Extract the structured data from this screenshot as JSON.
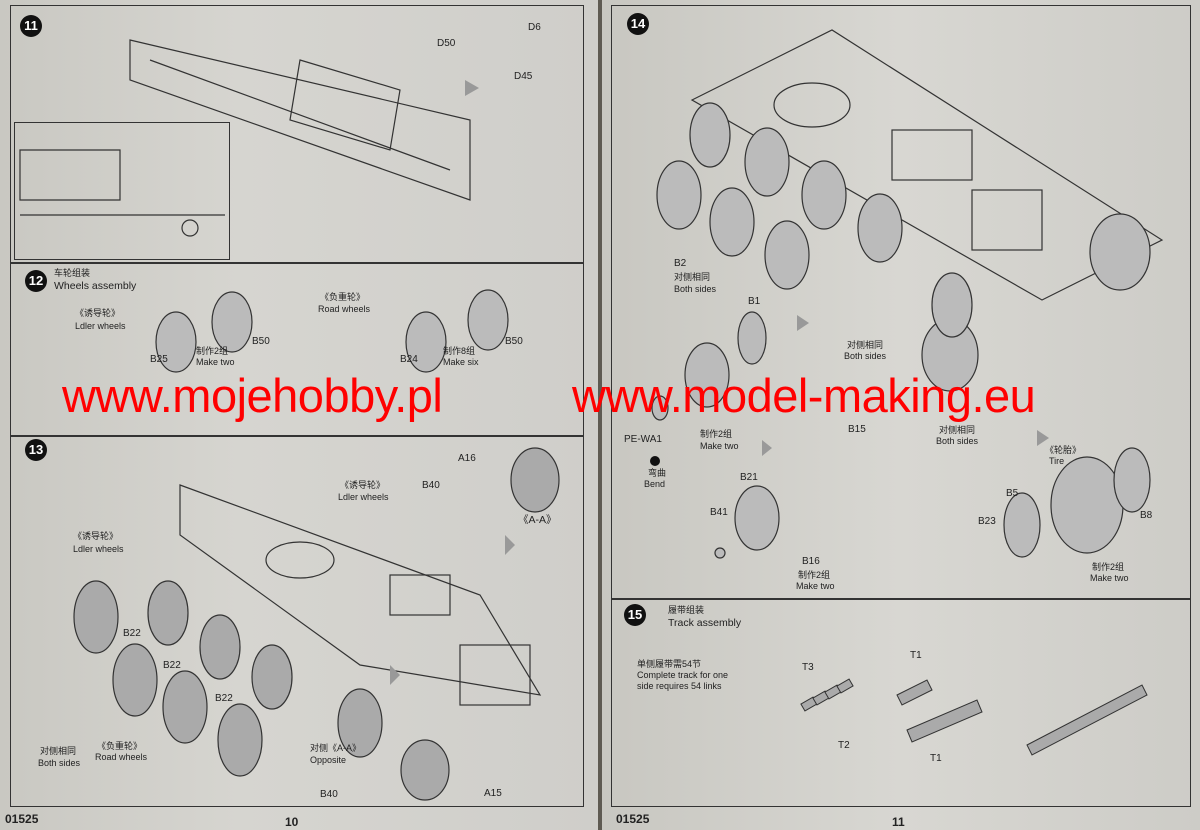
{
  "left_page": {
    "page_number": "10",
    "code": "01525",
    "step11": {
      "number": "11",
      "parts": [
        "D6",
        "D50",
        "D45"
      ]
    },
    "step12": {
      "number": "12",
      "title_cn": "车轮组装",
      "title_en": "Wheels assembly",
      "idler_cn": "《诱导轮》",
      "idler_en": "Ldler wheels",
      "road_cn": "《负重轮》",
      "road_en": "Road wheels",
      "parts": [
        "B50",
        "B25",
        "B50",
        "B24"
      ],
      "make_cn": "制作2组",
      "make_en": "Make two",
      "make2_cn": "制作8组",
      "make2_en": "Make six"
    },
    "step13": {
      "number": "13",
      "idler_cn": "《诱导轮》",
      "idler_en": "Ldler wheels",
      "idler2_cn": "《诱导轮》",
      "idler2_en": "Ldler wheels",
      "parts": [
        "A16",
        "B40",
        "B22",
        "B22",
        "B22",
        "B40",
        "A15"
      ],
      "view": "《A-A》",
      "both_cn": "对侧相同",
      "both_en": "Both sides",
      "road_cn": "《负重轮》",
      "road_en": "Road wheels",
      "opp_cn": "对侧《A-A》",
      "opp_en": "Opposite"
    }
  },
  "right_page": {
    "page_number": "11",
    "code": "01525",
    "step14": {
      "number": "14",
      "parts": [
        "B2",
        "B1",
        "PE-WA1",
        "B21",
        "B41",
        "B15",
        "B16",
        "B5",
        "B23",
        "B8"
      ],
      "both_cn": "对侧相同",
      "both_en": "Both sides",
      "both2_cn": "对侧相同",
      "both2_en": "Both sides",
      "both3_cn": "对侧相同",
      "both3_en": "Both sides",
      "make_cn": "制作2组",
      "make_en": "Make two",
      "bend_cn": "弯曲",
      "bend_en": "Bend",
      "make2_cn": "制作2组",
      "make2_en": "Make two",
      "tire_cn": "《轮胎》",
      "tire_en": "Tire",
      "make3_cn": "制作2组",
      "make3_en": "Make two"
    },
    "step15": {
      "number": "15",
      "title_cn": "履带组装",
      "title_en": "Track assembly",
      "note_cn": "单侧履带需54节",
      "note_en1": "Complete track for one",
      "note_en2": "side requires 54 links",
      "parts": [
        "T3",
        "T2",
        "T1",
        "T1"
      ]
    }
  },
  "watermark": {
    "text1": "www.mojehobby.pl",
    "text2": "www.model-making.eu",
    "color": "#ff0000"
  }
}
